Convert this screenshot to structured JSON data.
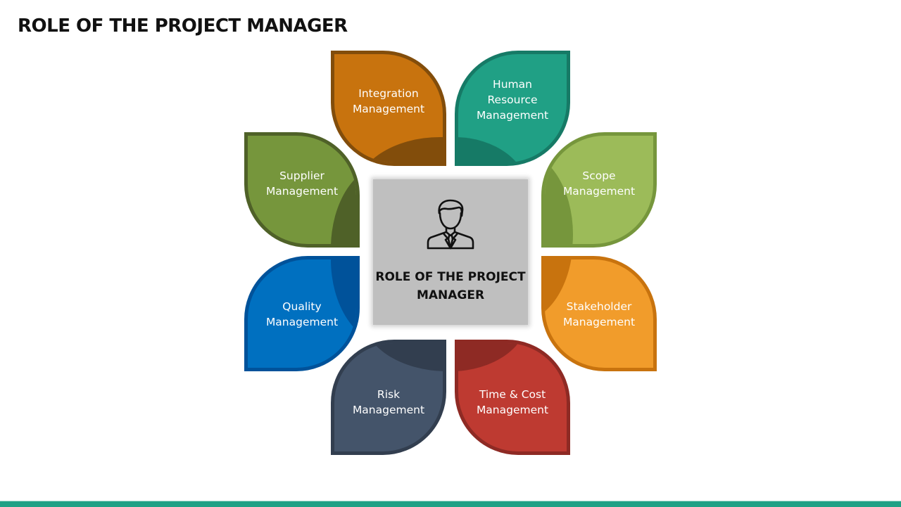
{
  "title": "ROLE OF THE PROJECT MANAGER",
  "center": {
    "icon": "person-manager-icon",
    "label_lines": [
      "ROLE OF THE PROJECT",
      "MANAGER"
    ]
  },
  "petals": [
    {
      "id": "integration",
      "lines": [
        "Integration",
        "Management"
      ],
      "fill": "#c8730e",
      "border": "#824d0b",
      "shade": "#824d0b"
    },
    {
      "id": "human-resource",
      "lines": [
        "Human",
        "Resource",
        "Management"
      ],
      "fill": "#20a085",
      "border": "#167a66",
      "shade": "#167a66"
    },
    {
      "id": "supplier",
      "lines": [
        "Supplier",
        "Management"
      ],
      "fill": "#76963c",
      "border": "#4f6128",
      "shade": "#4f6128"
    },
    {
      "id": "scope",
      "lines": [
        "Scope",
        "Management"
      ],
      "fill": "#9cbb59",
      "border": "#76963c",
      "shade": "#76963c"
    },
    {
      "id": "quality",
      "lines": [
        "Quality",
        "Management"
      ],
      "fill": "#0070c0",
      "border": "#00529a",
      "shade": "#00529a"
    },
    {
      "id": "stakeholder",
      "lines": [
        "Stakeholder",
        "Management"
      ],
      "fill": "#f19c2b",
      "border": "#c8730e",
      "shade": "#c8730e"
    },
    {
      "id": "risk",
      "lines": [
        "Risk",
        "Management"
      ],
      "fill": "#44546a",
      "border": "#323e4f",
      "shade": "#323e4f"
    },
    {
      "id": "time-cost",
      "lines": [
        "Time & Cost",
        "Management"
      ],
      "fill": "#be3a31",
      "border": "#8e2a24",
      "shade": "#8e2a24"
    }
  ],
  "footer_bar_color": "#1fa185"
}
